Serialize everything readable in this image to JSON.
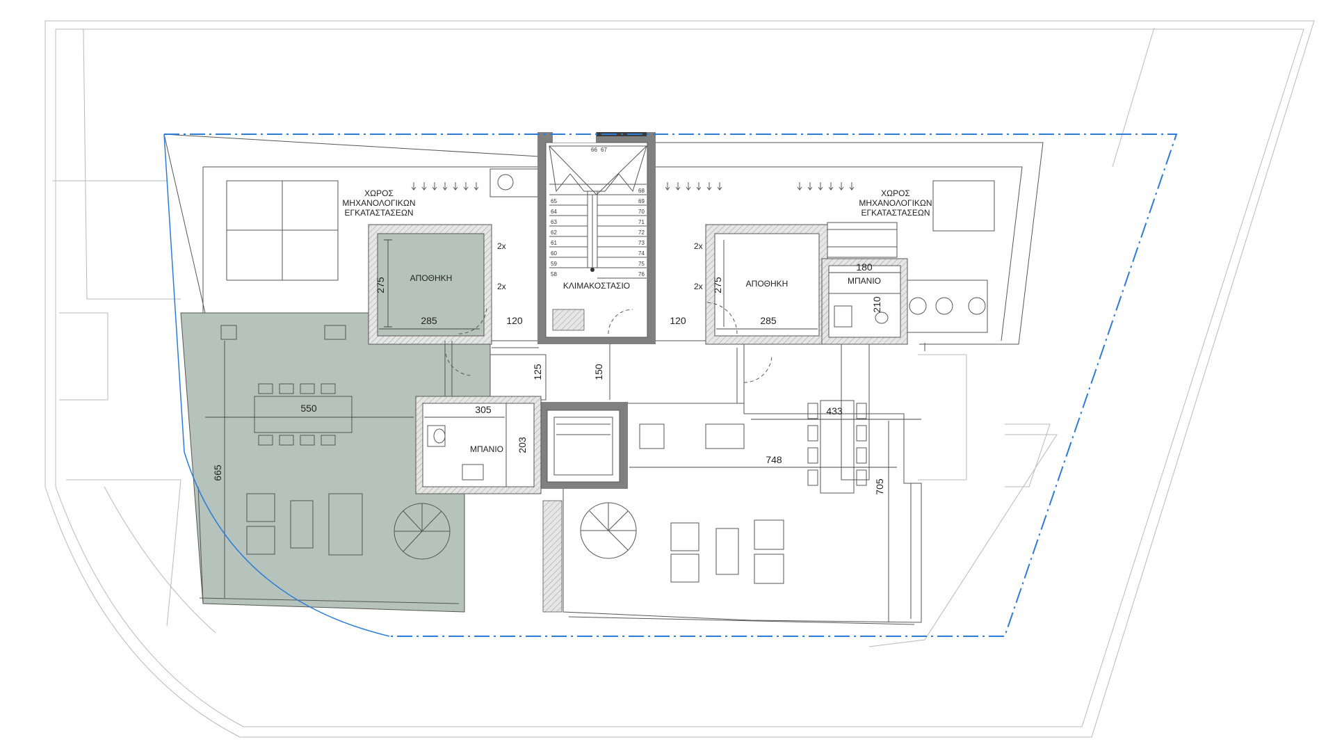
{
  "colors": {
    "terrace_fill": "#b5c3bc",
    "wall_dark": "#808080",
    "wall_hatch": "#cfcfcf",
    "boundary": "#2b7bd6",
    "line": "#555555"
  },
  "rooms": {
    "storage_left": "ΑΠΟΘΗΚΗ",
    "storage_right": "ΑΠΟΘΗΚΗ",
    "bath_left": "ΜΠΑΝΙΟ",
    "bath_right": "ΜΠΑΝΙΟ",
    "stair": "ΚΛΙΜΑΚΟΣΤΑΣΙΟ",
    "mech_left": [
      "ΧΩΡΟΣ",
      "ΜΗΧΑΝΟΛΟΓΙΚΩΝ",
      "ΕΓΚΑΤΑΣΤΑΣΕΩΝ"
    ],
    "mech_right": [
      "ΧΩΡΟΣ",
      "ΜΗΧΑΝΟΛΟΓΙΚΩΝ",
      "ΕΓΚΑΤΑΣΤΑΣΕΩΝ"
    ]
  },
  "dimensions": {
    "d275_left": "275",
    "d285_left": "285",
    "d120_left": "120",
    "d120_right": "120",
    "d275_right": "275",
    "d285_right": "285",
    "d180": "180",
    "d210": "210",
    "d125": "125",
    "d150": "150",
    "d550": "550",
    "d305": "305",
    "d203": "203",
    "d665": "665",
    "d433": "433",
    "d748": "748",
    "d705": "705"
  },
  "markers": {
    "x2_a": "2x",
    "x2_b": "2x",
    "x2_c": "2x",
    "x2_d": "2x"
  },
  "stairs": {
    "top": [
      "66",
      "67"
    ],
    "left": [
      "65",
      "64",
      "63",
      "62",
      "61",
      "60",
      "59",
      "58"
    ],
    "right": [
      "68",
      "69",
      "70",
      "71",
      "72",
      "73",
      "74",
      "75",
      "76"
    ]
  }
}
